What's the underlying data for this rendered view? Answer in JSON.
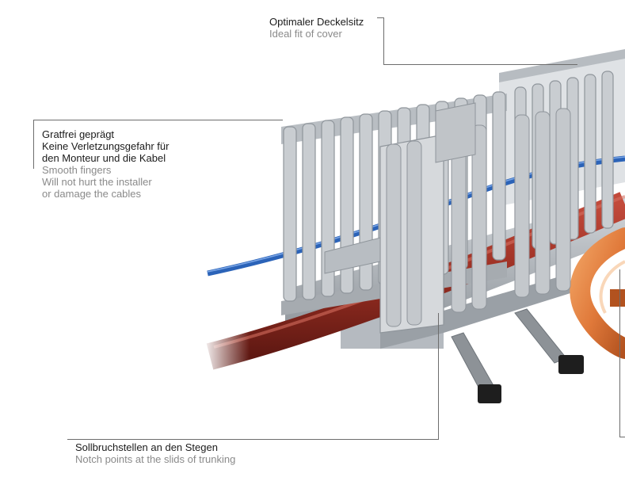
{
  "annotations": {
    "cover_fit": {
      "german": [
        "Optimaler Deckelsitz"
      ],
      "english": [
        "Ideal fit of cover"
      ]
    },
    "smooth_fingers": {
      "german": [
        "Gratfrei geprägt",
        "Keine Verletzungsgefahr für",
        "den Monteur und die Kabel"
      ],
      "english": [
        "Smooth fingers",
        "Will not hurt the installer",
        "or damage the cables"
      ]
    },
    "notch_points": {
      "german": [
        "Sollbruchstellen an den Stegen"
      ],
      "english": [
        "Notch points at the slids of trunking"
      ]
    }
  },
  "colors": {
    "trunking": "#c9cdd1",
    "trunking_shadow": "#9fa4a9",
    "blue_cable": "#2b63b8",
    "red_cable": "#9b2f23",
    "orange_cable": "#e0793a",
    "leader_line": "#6d6d6d",
    "german_text": "#1b1b1b",
    "english_text": "#8a8a8a"
  }
}
